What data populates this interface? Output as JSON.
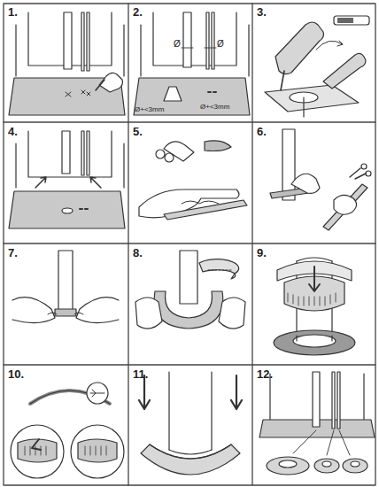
{
  "diagram": {
    "labels": [
      "1.",
      "2.",
      "Ø",
      "Ø",
      "Ø+<3mm",
      "Ø+<3mm",
      "3.",
      "4.",
      "5.",
      "6.",
      "7.",
      "8.",
      "9.",
      "10.",
      "11.",
      "12."
    ]
  }
}
